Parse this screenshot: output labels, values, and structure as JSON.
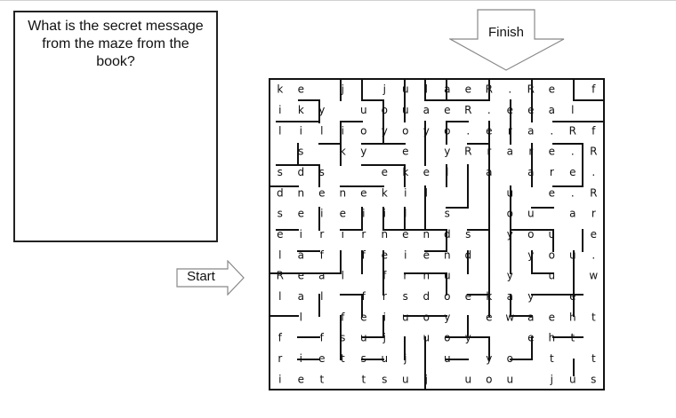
{
  "question": {
    "text": "What is the secret message from the maze from the book?"
  },
  "start": {
    "label": "Start"
  },
  "finish": {
    "label": "Finish"
  },
  "maze": {
    "rows": [
      [
        "k",
        "e",
        "",
        "j",
        "",
        "j",
        "u",
        "l",
        "a",
        "e",
        "R",
        ".",
        "R",
        "e",
        "",
        "f"
      ],
      [
        "i",
        "k",
        "y",
        "",
        "u",
        "o",
        "u",
        "a",
        "e",
        "R",
        ".",
        "e",
        "e",
        "a",
        "l",
        ""
      ],
      [
        "l",
        "i",
        "l",
        "i",
        "o",
        "y",
        "o",
        "y",
        "o",
        ".",
        "e",
        "r",
        "a",
        ".",
        "R",
        "f"
      ],
      [
        "",
        "s",
        "",
        "k",
        "y",
        "",
        "e",
        "",
        "y",
        "R",
        "r",
        "a",
        "r",
        "e",
        ".",
        "R"
      ],
      [
        "s",
        "d",
        "s",
        "",
        "",
        "e",
        "k",
        "e",
        "l",
        "i",
        "a",
        "",
        "a",
        "r",
        "e",
        "."
      ],
      [
        "d",
        "n",
        "e",
        "n",
        "e",
        "k",
        "i",
        "l",
        "",
        "l",
        "i",
        "u",
        "",
        "e",
        ".",
        "R"
      ],
      [
        "s",
        "e",
        "i",
        "e",
        "i",
        "i",
        "l",
        "",
        "s",
        "",
        "l",
        "o",
        "u",
        "",
        "a",
        "r"
      ],
      [
        "e",
        "i",
        "r",
        "i",
        "r",
        "n",
        "e",
        "n",
        "d",
        "s",
        "",
        "y",
        "o",
        "u",
        "",
        "e"
      ],
      [
        "l",
        "a",
        "f",
        "",
        "f",
        "e",
        "i",
        "e",
        "n",
        "d",
        "l",
        "",
        "y",
        "o",
        "u",
        "."
      ],
      [
        "R",
        "e",
        "a",
        "l",
        "",
        "f",
        "r",
        "n",
        "u",
        "",
        "i",
        "y",
        "",
        "u",
        "",
        "w"
      ],
      [
        "l",
        "a",
        "l",
        "",
        "f",
        "r",
        "s",
        "d",
        "o",
        "e",
        "k",
        "a",
        "y",
        "",
        "e",
        ""
      ],
      [
        "",
        "l",
        "",
        "f",
        "e",
        "i",
        "u",
        "o",
        "y",
        "",
        "e",
        "w",
        "a",
        "e",
        "h",
        "t"
      ],
      [
        "f",
        "",
        "f",
        "s",
        "u",
        "j",
        "",
        "u",
        "o",
        "y",
        "",
        "",
        "e",
        "h",
        "t",
        ""
      ],
      [
        "r",
        "i",
        "e",
        "t",
        "s",
        "u",
        "j",
        "",
        "u",
        "",
        "y",
        "o",
        "",
        "t",
        "",
        "t"
      ],
      [
        "i",
        "e",
        "t",
        "",
        "t",
        "s",
        "u",
        "j",
        "",
        "u",
        "o",
        "u",
        "",
        "j",
        "u",
        "s"
      ]
    ]
  }
}
